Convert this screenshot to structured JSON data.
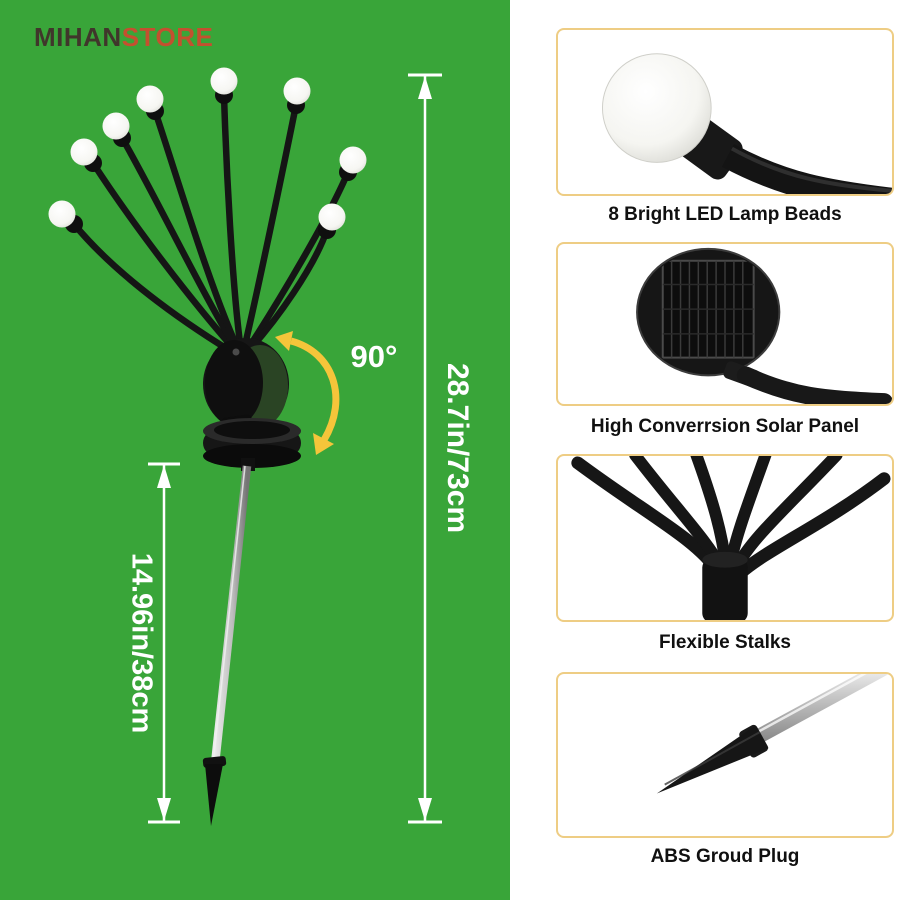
{
  "brand": {
    "primary": "MIHAN",
    "secondary": "STORE"
  },
  "annotations": {
    "rotation": "90°",
    "total_height": "28.7in/73cm",
    "stake_height": "14.96in/38cm"
  },
  "features": [
    {
      "id": "led-beads",
      "label": "8 Bright LED Lamp Beads"
    },
    {
      "id": "solar-panel",
      "label": "High Converrsion Solar Panel"
    },
    {
      "id": "flexible-stalks",
      "label": "Flexible Stalks"
    },
    {
      "id": "ground-plug",
      "label": "ABS Groud Plug"
    }
  ],
  "colors": {
    "green_background": "#39A539",
    "accent_yellow": "#F5C53A",
    "frame_border": "#EECD84",
    "brand_primary": "#40362B",
    "brand_secondary": "#C4502F",
    "dimension_text": "#FFFFFF"
  }
}
